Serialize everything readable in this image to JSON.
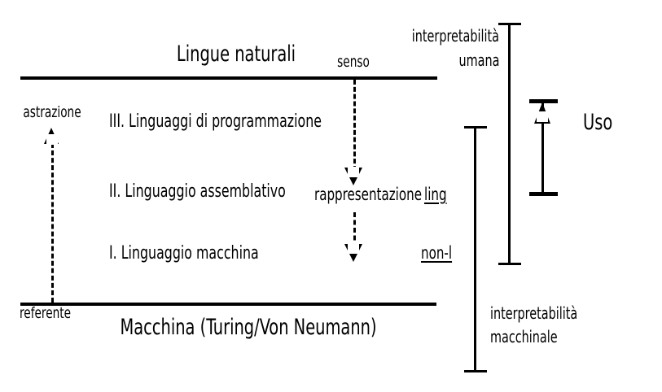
{
  "diagram": {
    "title_top": "Lingue naturali",
    "title_bottom": "Macchina (Turing/Von Neumann)",
    "levels": [
      {
        "id": "level-3",
        "label": "III. Linguaggi di programmazione"
      },
      {
        "id": "level-2",
        "label": "II. Linguaggio assemblativo"
      },
      {
        "id": "level-1",
        "label": "I. Linguaggio macchina"
      }
    ],
    "axis_left": {
      "top_label": "astrazione",
      "bottom_label": "referente"
    },
    "axis_center": {
      "top_label": "senso",
      "middle_label": "rappresentazione"
    },
    "tags": [
      {
        "id": "tag-ling",
        "label": "ling"
      },
      {
        "id": "tag-non-l",
        "label": "non-l"
      }
    ],
    "brackets": [
      {
        "id": "bracket-human",
        "label_line1": "interpretabilità",
        "label_line2": "umana"
      },
      {
        "id": "bracket-machine",
        "label_line1": "interpretabilità",
        "label_line2": "macchinale"
      }
    ],
    "use_arrow": {
      "label": "Uso"
    },
    "colors": {
      "ink": "#000000",
      "paper": "#ffffff"
    }
  }
}
